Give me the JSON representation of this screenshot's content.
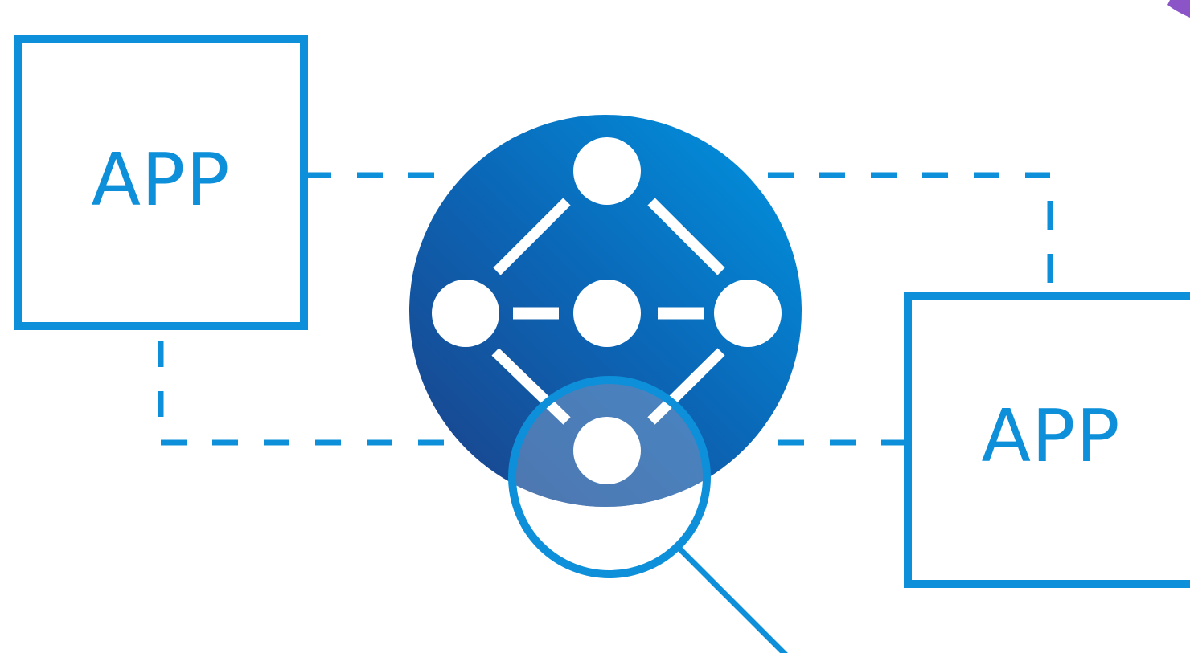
{
  "diagram": {
    "app_left_label": "APP",
    "app_right_label": "APP",
    "hub_icon": "network-graph-icon",
    "lens_icon": "magnifying-glass-icon",
    "corner_icon": "decorative-purple-shape"
  },
  "colors": {
    "accent_blue": "#0d8fd9",
    "hub_gradient_start": "#1d3f86",
    "hub_gradient_end": "#0093e0",
    "lens_fill": "#7b9cc8",
    "node_white": "#ffffff",
    "corner_purple": "#8b55c8"
  }
}
